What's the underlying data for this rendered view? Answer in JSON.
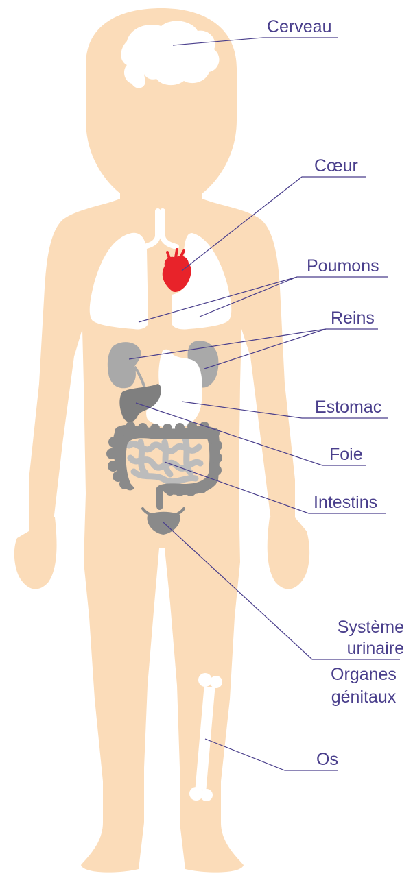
{
  "colors": {
    "skin": "#fbdcb9",
    "organ_light": "#ffffff",
    "organ_mid": "#bcbcbc",
    "organ_dark": "#8a8a8a",
    "heart": "#e8232a",
    "line": "#4a3f8c",
    "label": "#4a3f8c"
  },
  "labels": {
    "cerveau": "Cerveau",
    "coeur": "Cœur",
    "poumons": "Poumons",
    "reins": "Reins",
    "estomac": "Estomac",
    "foie": "Foie",
    "intestins": "Intestins",
    "systeme_line1": "Système",
    "systeme_line2": "urinaire",
    "organes_line1": "Organes",
    "organes_line2": "génitaux",
    "os": "Os"
  }
}
